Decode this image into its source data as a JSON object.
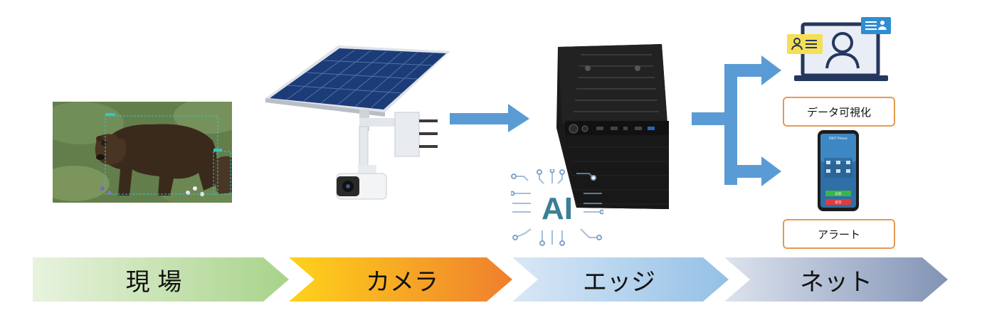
{
  "stages": [
    {
      "label": "現 場",
      "colors": [
        "#e8f3de",
        "#a8d38a"
      ]
    },
    {
      "label": "カメラ",
      "colors": [
        "#ffd21a",
        "#ef7f2e"
      ]
    },
    {
      "label": "エッジ",
      "colors": [
        "#d9e8f6",
        "#94c0e6"
      ]
    },
    {
      "label": "ネット",
      "colors": [
        "#dde3ee",
        "#8193b5"
      ]
    }
  ],
  "outputs": {
    "visualization_label": "データ可視化",
    "alert_label": "アラート"
  },
  "ai_badge": {
    "text": "AI"
  },
  "phone": {
    "brand": "ENIT Phone",
    "green_button": "応答",
    "red_button": "拒否"
  },
  "colors": {
    "arrow_blue": "#5b9bd5",
    "label_border": "#e59a52",
    "ai_teal": "#3a7f95"
  }
}
